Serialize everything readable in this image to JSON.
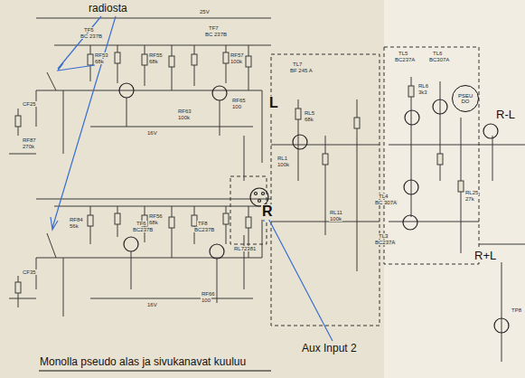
{
  "diagram": {
    "nodes": [
      {
        "text": [
          "PSEU DO"
        ]
      }
    ],
    "labels": [
      "radiosta",
      "L",
      "R",
      "R-L",
      "R+L",
      "Aux Input 2",
      "Monolla pseudo alas ja sivukanavat kuuluu",
      "TF5",
      "BC 237B",
      "TF7",
      "BC 237B",
      "TF6",
      "BC237B",
      "TF8",
      "BC237B",
      "TL7",
      "BF 245 A",
      "TL5",
      "BC237A",
      "TL6",
      "BC307A",
      "TL4",
      "BC 307A",
      "TL3",
      "BC237A",
      "RL72381",
      "RF53",
      "68k",
      "RF55",
      "68k",
      "RF57",
      "100k",
      "RF65",
      "100",
      "RF63",
      "100k",
      "RF87",
      "270k",
      "RF84",
      "56k",
      "RF56",
      "68k",
      "RF66",
      "100",
      "RL1",
      "100k",
      "RL11",
      "100k",
      "RL5",
      "68k",
      "RL6",
      "3k3",
      "RL25",
      "27k",
      "CF25",
      "CF35",
      "25V",
      "16V",
      "16V",
      "TP8"
    ]
  }
}
